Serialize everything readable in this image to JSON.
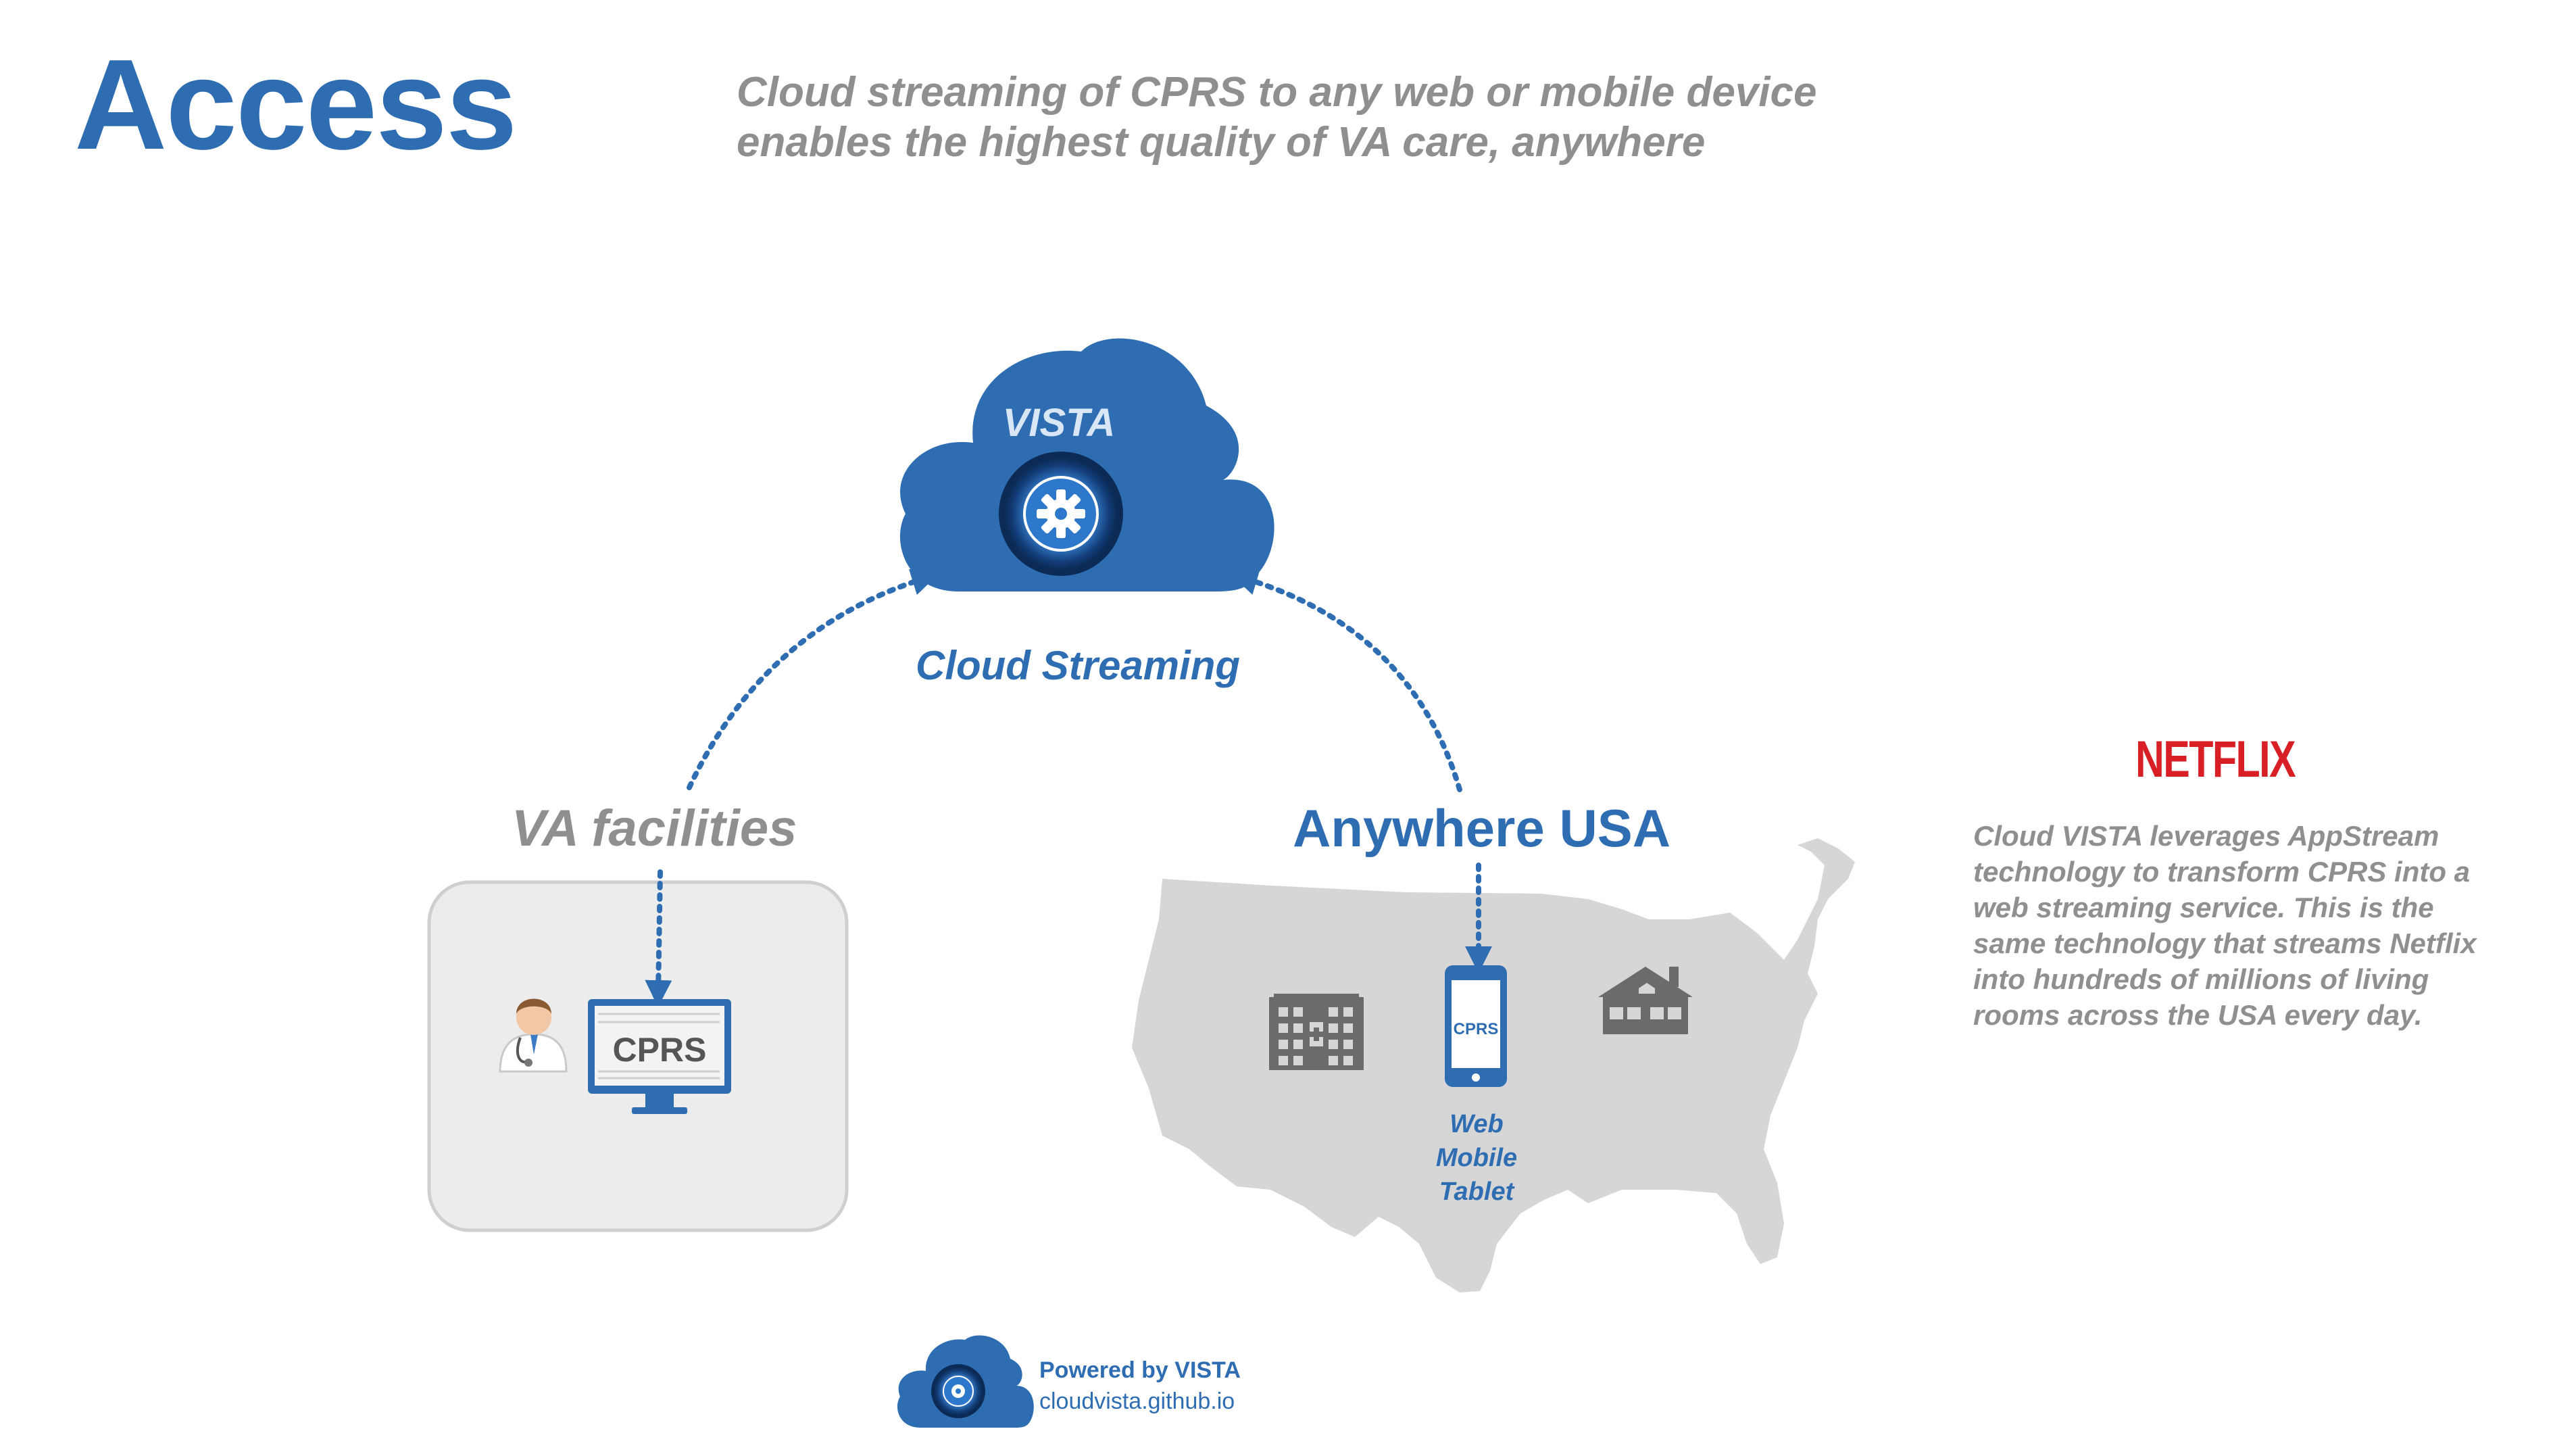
{
  "title": "Access",
  "subtitle": {
    "line1": "Cloud streaming of CPRS to any web or mobile device",
    "line2": "enables the highest quality of VA care, anywhere"
  },
  "cloud": {
    "label": "VISTA",
    "streaming_label": "Cloud Streaming"
  },
  "facilities": {
    "label": "VA facilities",
    "screen_text": "CPRS"
  },
  "anywhere": {
    "label": "Anywhere USA",
    "phone_text": "CPRS",
    "devices": [
      "Web",
      "Mobile",
      "Tablet"
    ]
  },
  "netflix": {
    "logo": "NETFLIX",
    "description": [
      "Cloud VISTA leverages AppStream",
      "technology to transform CPRS into a",
      "web streaming service.  This is the",
      "same technology that streams Netflix",
      "into hundreds of millions of living",
      "rooms across the USA every day."
    ]
  },
  "footer": {
    "powered_by": "Powered by VISTA",
    "url": "cloudvista.github.io"
  },
  "colors": {
    "brand_blue": "#2f6db3",
    "gray_text": "#8f8f8f",
    "map_gray": "#d6d6d6",
    "netflix_red": "#d81f26"
  },
  "icons": [
    "gear-icon",
    "doctor-icon",
    "monitor-icon",
    "hospital-icon",
    "phone-icon",
    "house-icon"
  ]
}
